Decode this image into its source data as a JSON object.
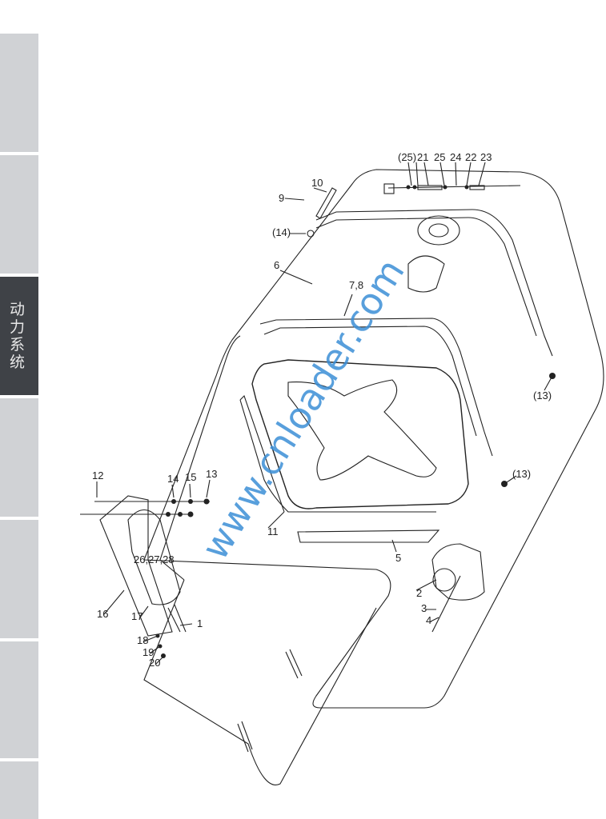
{
  "sidebar": {
    "tabs": [
      {
        "label": ""
      },
      {
        "label": ""
      },
      {
        "label": "动力系统",
        "active": true
      },
      {
        "label": ""
      },
      {
        "label": ""
      },
      {
        "label": ""
      },
      {
        "label": ""
      }
    ]
  },
  "watermark": "www.cnloader.com",
  "callouts": {
    "c25a": "(25)",
    "c21": "21",
    "c25b": "25",
    "c24": "24",
    "c22": "22",
    "c23": "23",
    "c10": "10",
    "c9": "9",
    "c14a": "(14)",
    "c6": "6",
    "c78": "7,8",
    "c13a": "(13)",
    "c13b": "(13)",
    "c12": "12",
    "c14b": "14",
    "c15": "15",
    "c13c": "13",
    "c11": "11",
    "c5": "5",
    "c262728": "26,27,28",
    "c2": "2",
    "c3": "3",
    "c4": "4",
    "c16": "16",
    "c17": "17",
    "c1": "1",
    "c18": "18",
    "c19": "19",
    "c20": "20"
  },
  "colors": {
    "active_tab": "#3f4247",
    "tab": "#d0d2d5",
    "watermark": "#3b8fd6"
  }
}
